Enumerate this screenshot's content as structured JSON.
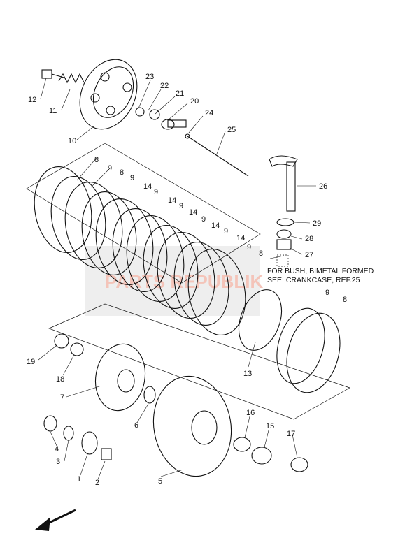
{
  "diagram": {
    "note_line1": "FOR BUSH, BIMETAL FORMED",
    "note_line2": "SEE: CRANKCASE, REF.25",
    "watermark": "PARTS REPUBLIK",
    "watermark_colors": {
      "primary": "#e05a3a",
      "secondary": "#9a9a9a"
    },
    "labels": {
      "l1": "1",
      "l2": "2",
      "l3": "3",
      "l4": "4",
      "l5": "5",
      "l6": "6",
      "l7": "7",
      "l8a": "8",
      "l8b": "8",
      "l8c": "8",
      "l8d": "8",
      "l9a": "9",
      "l9b": "9",
      "l9c": "9",
      "l9d": "9",
      "l9e": "9",
      "l9f": "9",
      "l9g": "9",
      "l10": "10",
      "l11": "11",
      "l12": "12",
      "l13": "13",
      "l14a": "14",
      "l14b": "14",
      "l14c": "14",
      "l14d": "14",
      "l14e": "14",
      "l15": "15",
      "l16": "16",
      "l17": "17",
      "l18": "18",
      "l19": "19",
      "l20": "20",
      "l21": "21",
      "l22": "22",
      "l23": "23",
      "l24": "24",
      "l25": "25",
      "l26": "26",
      "l27": "27",
      "l28": "28",
      "l29": "29"
    },
    "direction_icon": "front-arrow-icon"
  }
}
